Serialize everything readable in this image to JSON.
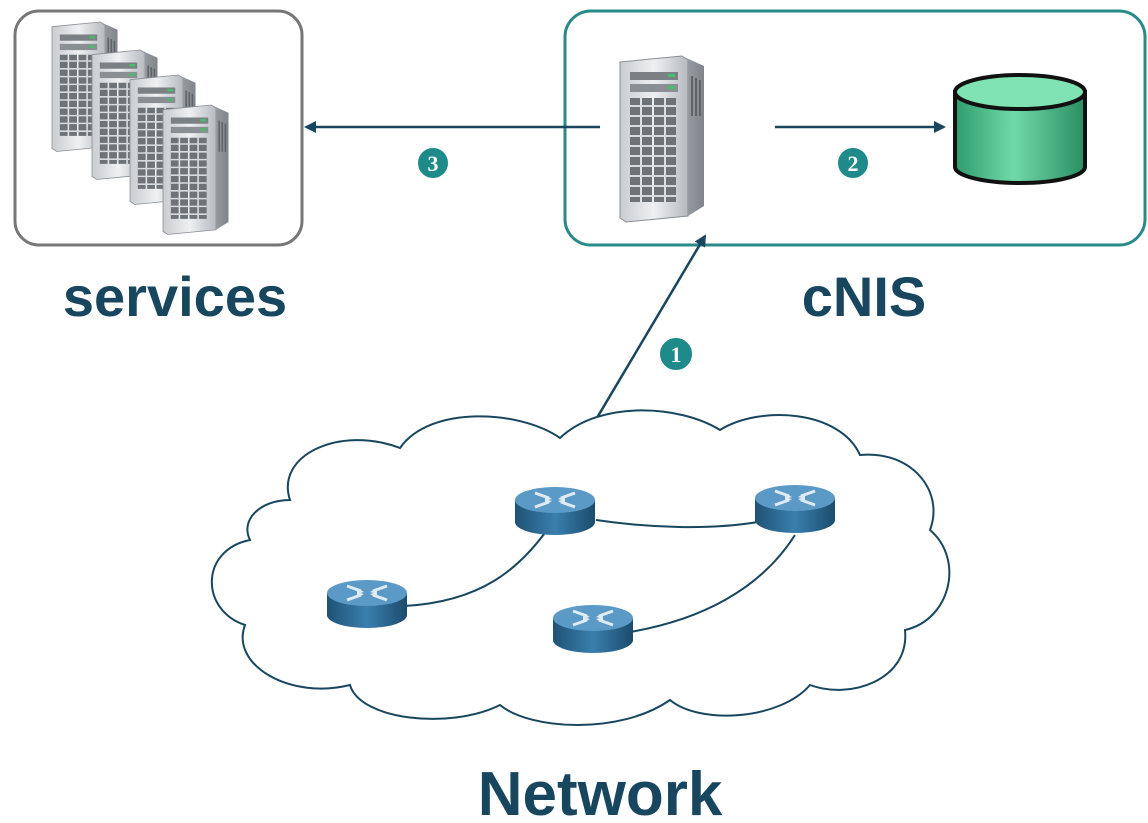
{
  "labels": {
    "services": "services",
    "cnis": "cNIS",
    "network": "Network"
  },
  "steps": {
    "step1": "1",
    "step2": "2",
    "step3": "3"
  },
  "colors": {
    "accent": "#17465e",
    "badge": "#1e8a8a",
    "cnis_border": "#2a8a8a",
    "services_border": "#777777",
    "router": "#2f6e98",
    "database": "#3fb884"
  }
}
